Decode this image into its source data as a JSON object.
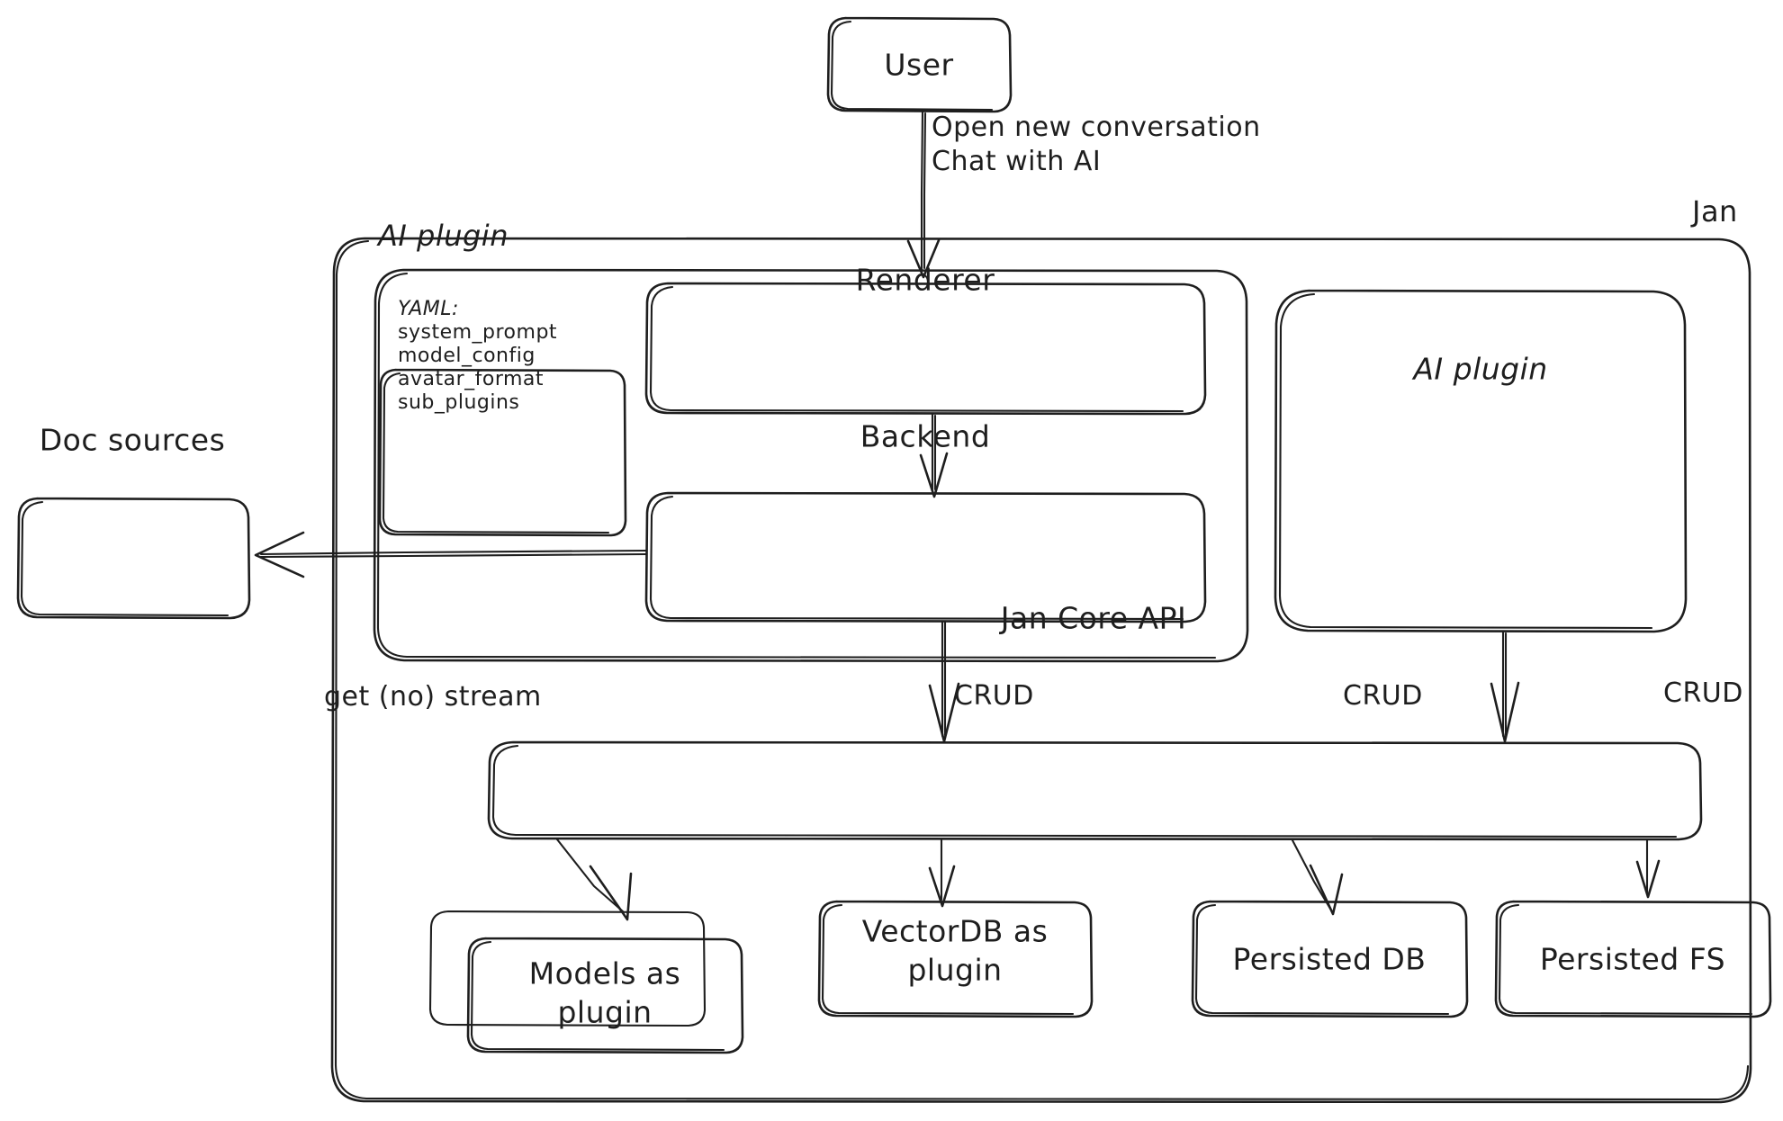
{
  "diagram": {
    "title": "Jan architecture",
    "style": "hand-drawn",
    "stroke_color": "#1e1e1e",
    "background": "#ffffff"
  },
  "nodes": {
    "user": {
      "label": "User"
    },
    "jan_container": {
      "label": "Jan"
    },
    "ai_plugin_container": {
      "label": "AI plugin"
    },
    "yaml_note": {
      "line1": "YAML:",
      "line2": "system_prompt",
      "line3": "model_config",
      "line4": "avatar_format",
      "line5": "sub_plugins"
    },
    "renderer": {
      "label": "Renderer"
    },
    "backend": {
      "label": "Backend"
    },
    "doc_sources": {
      "label": "Doc sources"
    },
    "ai_plugin_right": {
      "label": "AI plugin"
    },
    "jan_core_api": {
      "label": "Jan Core API"
    },
    "models_plugin": {
      "line1": "Models as",
      "line2": "plugin"
    },
    "vectordb_plugin": {
      "line1": "VectorDB as",
      "line2": "plugin"
    },
    "persisted_db": {
      "label": "Persisted DB"
    },
    "persisted_fs": {
      "label": "Persisted FS"
    }
  },
  "edges": {
    "user_to_renderer": {
      "line1": "Open new conversation",
      "line2": "Chat with AI"
    },
    "backend_to_docs": {
      "label": ""
    },
    "api_to_models": {
      "label": "get (no) stream"
    },
    "api_to_vectordb": {
      "label": "CRUD"
    },
    "api_to_db": {
      "label": "CRUD"
    },
    "api_to_fs": {
      "label": "CRUD"
    }
  }
}
